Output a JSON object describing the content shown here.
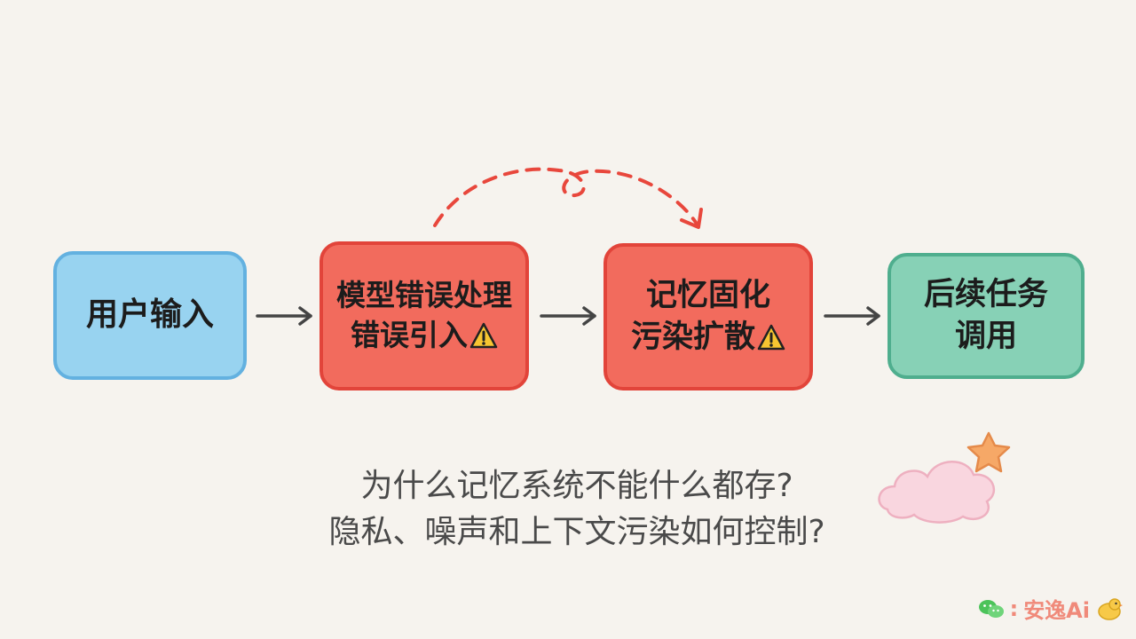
{
  "nodes": {
    "user_input": {
      "line1": "用户输入"
    },
    "model_error": {
      "line1": "模型错误处理",
      "line2": "错误引入"
    },
    "memory": {
      "line1": "记忆固化",
      "line2": "污染扩散"
    },
    "task": {
      "line1": "后续任务",
      "line2": "调用"
    }
  },
  "questions": {
    "q1": "为什么记忆系统不能什么都存?",
    "q2": "隐私、噪声和上下文污染如何控制?"
  },
  "watermark": {
    "separator": ":",
    "text": "安逸Ai"
  },
  "colors": {
    "background": "#f6f3ee",
    "user_fill": "#98d3f0",
    "error_fill": "#f26b5d",
    "task_fill": "#87d1b6",
    "dashed_arrow": "#e8473c"
  },
  "icons": [
    "warning-icon",
    "wechat-icon",
    "chick-icon",
    "cloud-icon",
    "star-icon"
  ]
}
